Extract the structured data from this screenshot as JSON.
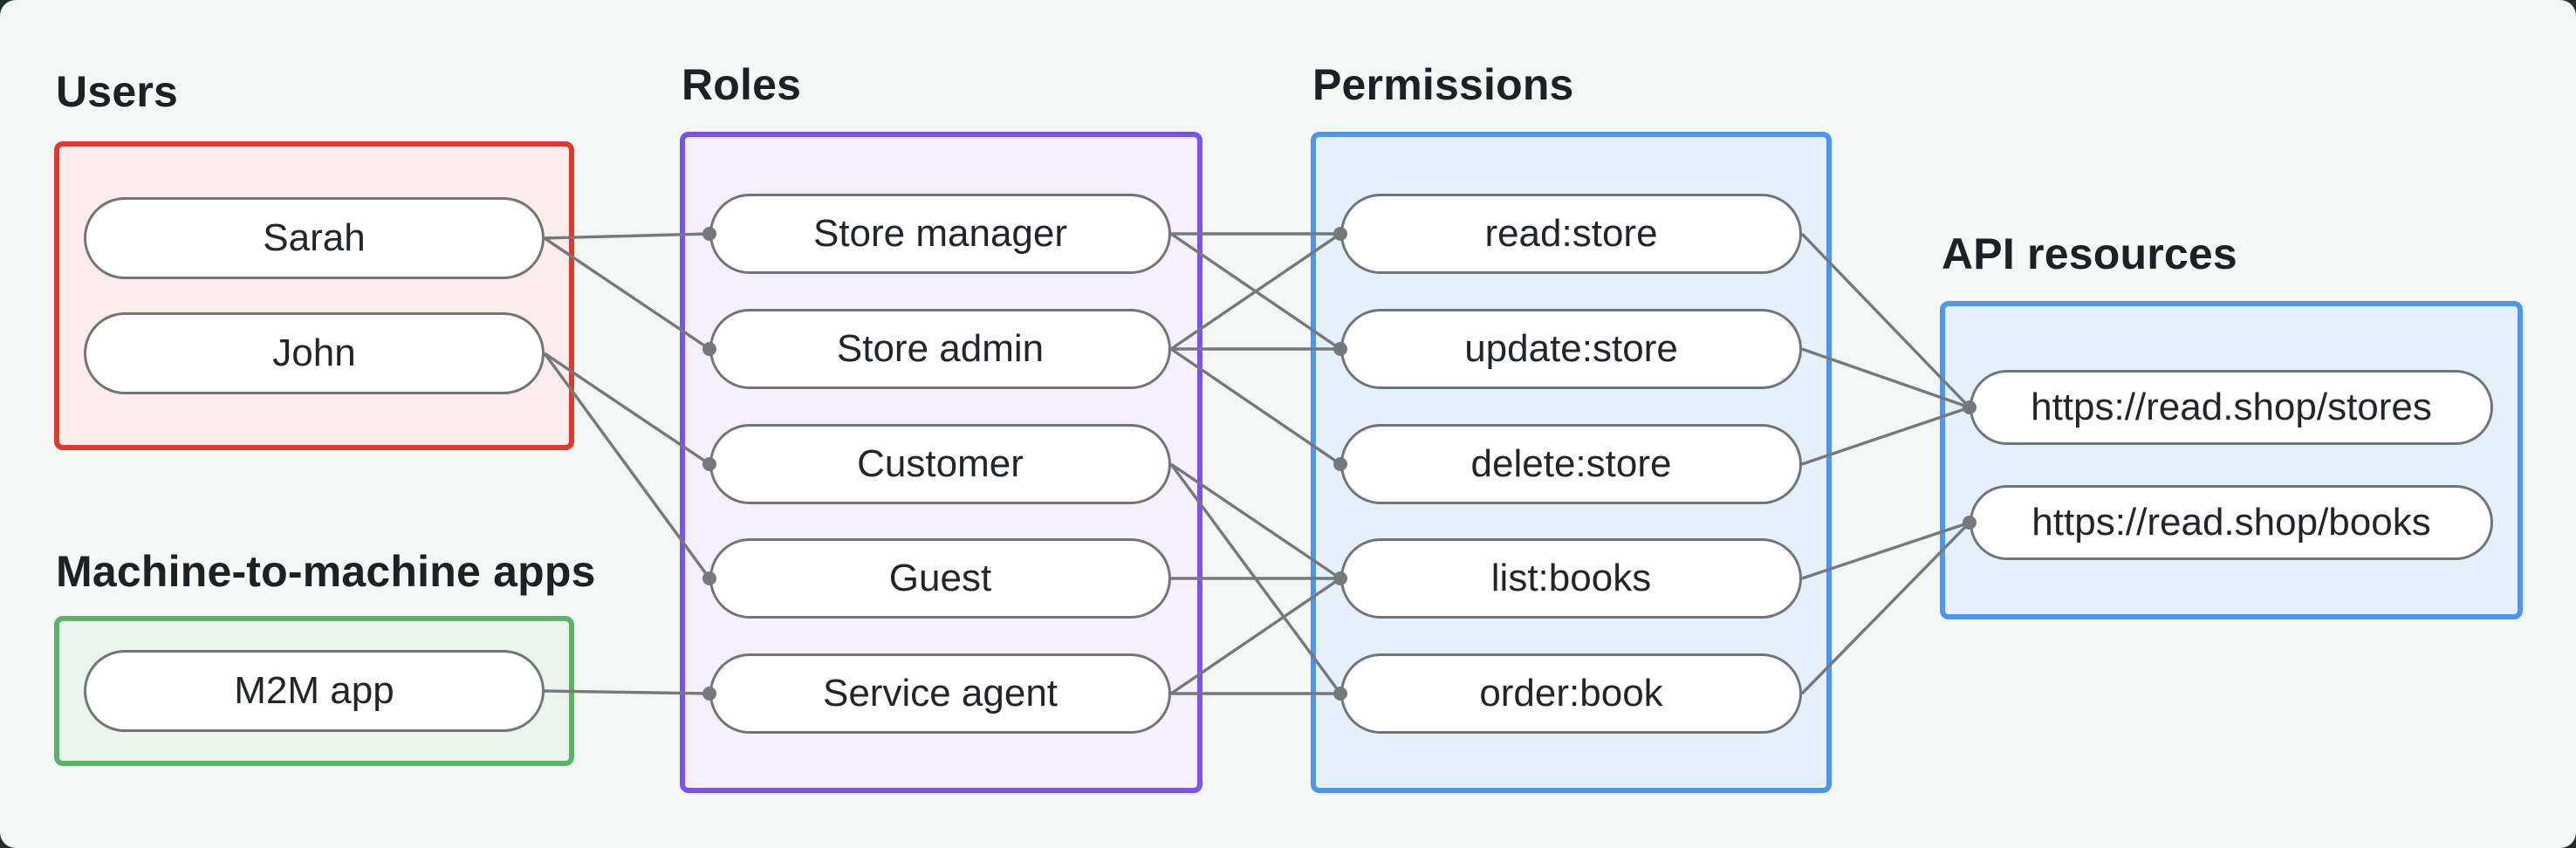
{
  "canvas": {
    "outer_background": "#22302a",
    "panel_background": "#f5f7f6"
  },
  "edge_style": {
    "line_color": "#76797c",
    "dot_color": "#76797c"
  },
  "groups": [
    {
      "id": "users",
      "label": "Users",
      "border_color": "#dc3b2b",
      "fill_color": "#fcecea",
      "nodes": [
        {
          "id": "sarah",
          "label": "Sarah"
        },
        {
          "id": "john",
          "label": "John"
        }
      ]
    },
    {
      "id": "m2m",
      "label": "Machine-to-machine apps",
      "border_color": "#5bb465",
      "fill_color": "#e9f5ea",
      "nodes": [
        {
          "id": "m2m-app",
          "label": "M2M app"
        }
      ]
    },
    {
      "id": "roles",
      "label": "Roles",
      "border_color": "#7b52f2",
      "fill_color": "#f5effe",
      "nodes": [
        {
          "id": "store-manager",
          "label": "Store manager"
        },
        {
          "id": "store-admin",
          "label": "Store admin"
        },
        {
          "id": "customer",
          "label": "Customer"
        },
        {
          "id": "guest",
          "label": "Guest"
        },
        {
          "id": "service-agent",
          "label": "Service agent"
        }
      ]
    },
    {
      "id": "permissions",
      "label": "Permissions",
      "border_color": "#4b96f3",
      "fill_color": "#e4f0fc",
      "nodes": [
        {
          "id": "read-store",
          "label": "read:store"
        },
        {
          "id": "update-store",
          "label": "update:store"
        },
        {
          "id": "delete-store",
          "label": "delete:store"
        },
        {
          "id": "list-books",
          "label": "list:books"
        },
        {
          "id": "order-book",
          "label": "order:book"
        }
      ]
    },
    {
      "id": "api",
      "label": "API resources",
      "border_color": "#4b96f3",
      "fill_color": "#e4f0fc",
      "nodes": [
        {
          "id": "stores-api",
          "label": "https://read.shop/stores"
        },
        {
          "id": "books-api",
          "label": "https://read.shop/books"
        }
      ]
    }
  ],
  "edges": [
    {
      "from": "sarah",
      "to": "store-manager"
    },
    {
      "from": "sarah",
      "to": "store-admin"
    },
    {
      "from": "john",
      "to": "customer"
    },
    {
      "from": "john",
      "to": "guest"
    },
    {
      "from": "m2m-app",
      "to": "service-agent"
    },
    {
      "from": "store-manager",
      "to": "read-store"
    },
    {
      "from": "store-manager",
      "to": "update-store"
    },
    {
      "from": "store-admin",
      "to": "read-store"
    },
    {
      "from": "store-admin",
      "to": "update-store"
    },
    {
      "from": "store-admin",
      "to": "delete-store"
    },
    {
      "from": "customer",
      "to": "list-books"
    },
    {
      "from": "customer",
      "to": "order-book"
    },
    {
      "from": "guest",
      "to": "list-books"
    },
    {
      "from": "service-agent",
      "to": "list-books"
    },
    {
      "from": "service-agent",
      "to": "order-book"
    },
    {
      "from": "read-store",
      "to": "stores-api"
    },
    {
      "from": "update-store",
      "to": "stores-api"
    },
    {
      "from": "delete-store",
      "to": "stores-api"
    },
    {
      "from": "list-books",
      "to": "books-api"
    },
    {
      "from": "order-book",
      "to": "books-api"
    }
  ]
}
